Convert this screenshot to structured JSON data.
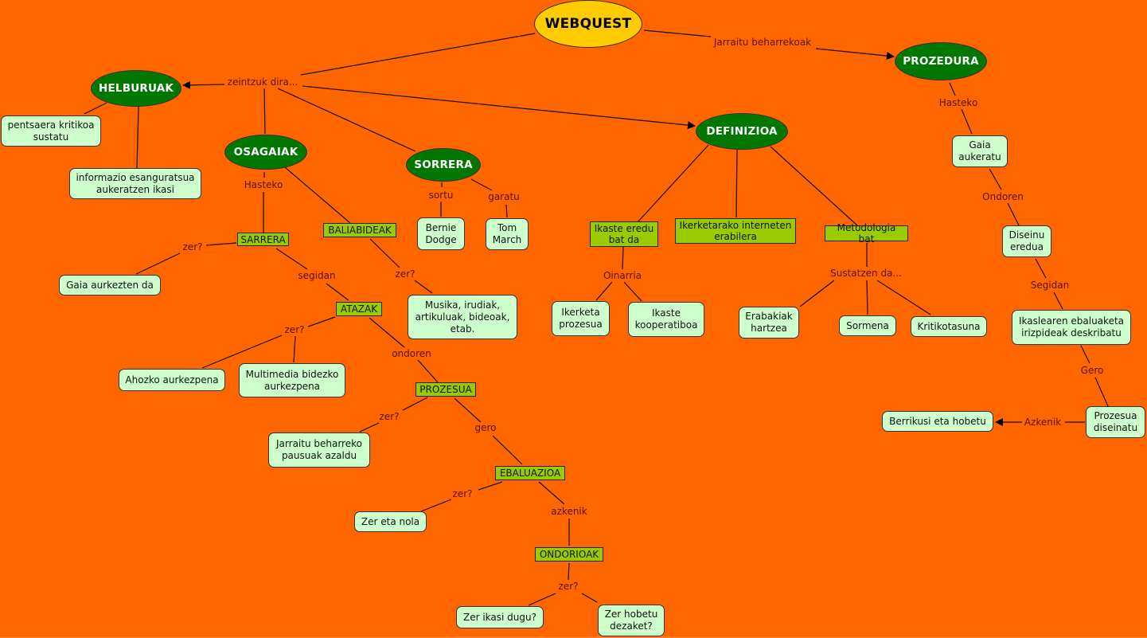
{
  "title": "WEBQUEST",
  "colors": {
    "background": "#ff6600",
    "root_fill": "#ffcc00",
    "concept_fill": "#007700",
    "leaf_fill": "#ccffcc",
    "box_fill": "#99cc00",
    "link_text": "#5a0f00"
  },
  "nodes": {
    "webquest": "WEBQUEST",
    "helburuak": "HELBURUAK",
    "osagaiak": "OSAGAIAK",
    "sorrera": "SORRERA",
    "definizioa": "DEFINIZIOA",
    "prozedura": "PROZEDURA",
    "pentsaera": "pentsaera kritikoa sustatu",
    "informazio": "informazio esanguratsua aukeratzen ikasi",
    "sarrera": "SARRERA",
    "baliabideak": "BALIABIDEAK",
    "gaia_aurkezten": "Gaia aurkezten da",
    "atazak": "ATAZAK",
    "musika": "Musika, irudiak, artikuluak, bideoak, etab.",
    "ahozko": "Ahozko aurkezpena",
    "multimedia": "Multimedia bidezko aurkezpena",
    "prozesua": "PROZESUA",
    "jarraitu_pausuak": "Jarraitu beharreko pausuak azaldu",
    "ebaluazioa": "EBALUAZIOA",
    "zer_eta_nola": "Zer eta nola",
    "ondorioak": "ONDORIOAK",
    "zer_ikasi": "Zer ikasi dugu?",
    "zer_hobetu": "Zer hobetu dezaket?",
    "bernie": "Bernie Dodge",
    "tom": "Tom March",
    "ikaste_eredu": "Ikaste eredu bat da",
    "ikerketarako": "Ikerketarako interneten erabilera",
    "metodologia": "Metodologia bat",
    "ikerketa_prozesua": "Ikerketa prozesua",
    "ikaste_koop": "Ikaste kooperatiboa",
    "erabakiak": "Erabakiak hartzea",
    "sormena": "Sormena",
    "kritikotasuna": "Kritikotasuna",
    "gaia_aukeratu": "Gaia aukeratu",
    "diseinu": "Diseinu eredua",
    "ikaslearen": "Ikaslearen ebaluaketa irizpideak deskribatu",
    "prozesua_diseinatu": "Prozesua diseinatu",
    "berrikusi": "Berrikusi eta hobetu"
  },
  "links": {
    "zeintzuk": "zeintzuk dira...",
    "jarraitu_beharrekoak": "Jarraitu beharrekoak",
    "osagaiak_hasteko": "Hasteko",
    "sarrera_zer": "zer?",
    "sarrera_segidan": "segidan",
    "baliabideak_zer": "zer?",
    "atazak_zer": "zer?",
    "atazak_ondoren": "ondoren",
    "prozesua_zer": "zer?",
    "prozesua_gero": "gero",
    "ebaluazioa_zer": "zer?",
    "ebaluazioa_azkenik": "azkenik",
    "ondorioak_zer": "zer?",
    "sorrera_sortu": "sortu",
    "sorrera_garatu": "garatu",
    "oinarria": "Oinarria",
    "sustatzen": "Sustatzen da...",
    "prozedura_hasteko": "Hasteko",
    "ondoren": "Ondoren",
    "segidan": "Segidan",
    "gero": "Gero",
    "azkenik": "Azkenik"
  }
}
